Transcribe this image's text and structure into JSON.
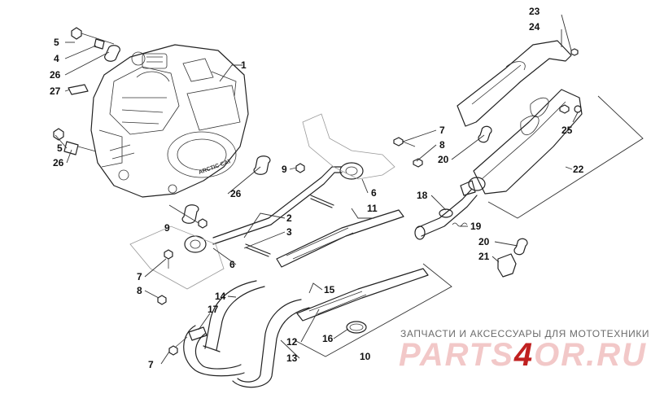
{
  "callouts": {
    "c1": "1",
    "c2": "2",
    "c3": "3",
    "c4": "4",
    "c5a": "5",
    "c5b": "5",
    "c6a": "6",
    "c6b": "6",
    "c7a": "7",
    "c7b": "7",
    "c7c": "7",
    "c8a": "8",
    "c8b": "8",
    "c9a": "9",
    "c9b": "9",
    "c10": "10",
    "c11": "11",
    "c12": "12",
    "c13": "13",
    "c14": "14",
    "c15": "15",
    "c16": "16",
    "c17": "17",
    "c18": "18",
    "c19": "19",
    "c20a": "20",
    "c20b": "20",
    "c21": "21",
    "c22": "22",
    "c23": "23",
    "c24": "24",
    "c25": "25",
    "c26a": "26",
    "c26b": "26",
    "c26c": "26",
    "c27": "27"
  },
  "watermark": {
    "tagline": "ЗАПЧАСТИ И АКСЕССУАРЫ ДЛЯ МОТОТЕХНИКИ",
    "logo_left": "PARTS",
    "logo_dot": "4",
    "logo_right": "OR.RU"
  }
}
